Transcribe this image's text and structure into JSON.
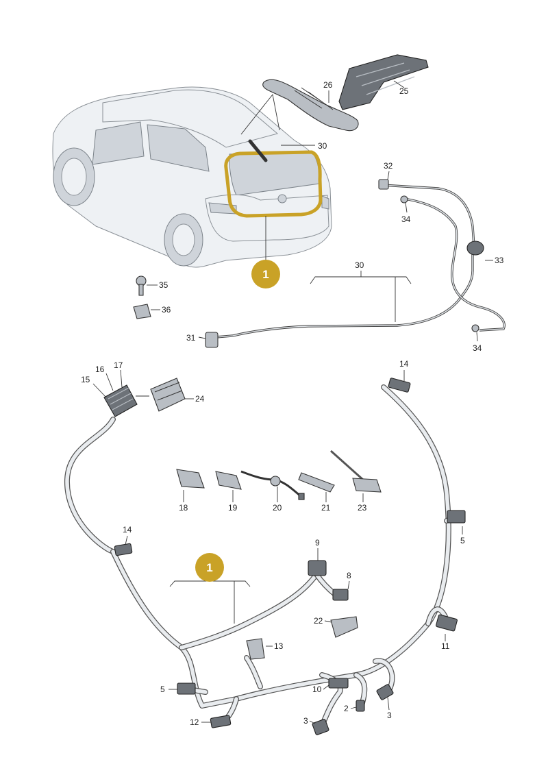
{
  "colors": {
    "badge": "#c9a227",
    "highlight": "#c9a227",
    "harness_outline": "#555555",
    "harness_fill": "#e9ecef"
  },
  "badges": [
    "1",
    "1"
  ],
  "labels": {
    "p2": "2",
    "p3a": "3",
    "p3b": "3",
    "p5a": "5",
    "p5b": "5",
    "p8": "8",
    "p9": "9",
    "p10": "10",
    "p11": "11",
    "p12": "12",
    "p13": "13",
    "p14a": "14",
    "p14b": "14",
    "p15": "15",
    "p16": "16",
    "p17": "17",
    "p18": "18",
    "p19": "19",
    "p20": "20",
    "p21": "21",
    "p22": "22",
    "p23": "23",
    "p24": "24",
    "p25": "25",
    "p26": "26",
    "p30a": "30",
    "p30b": "30",
    "p31": "31",
    "p32": "32",
    "p33": "33",
    "p34a": "34",
    "p34b": "34",
    "p35": "35",
    "p36": "36"
  }
}
